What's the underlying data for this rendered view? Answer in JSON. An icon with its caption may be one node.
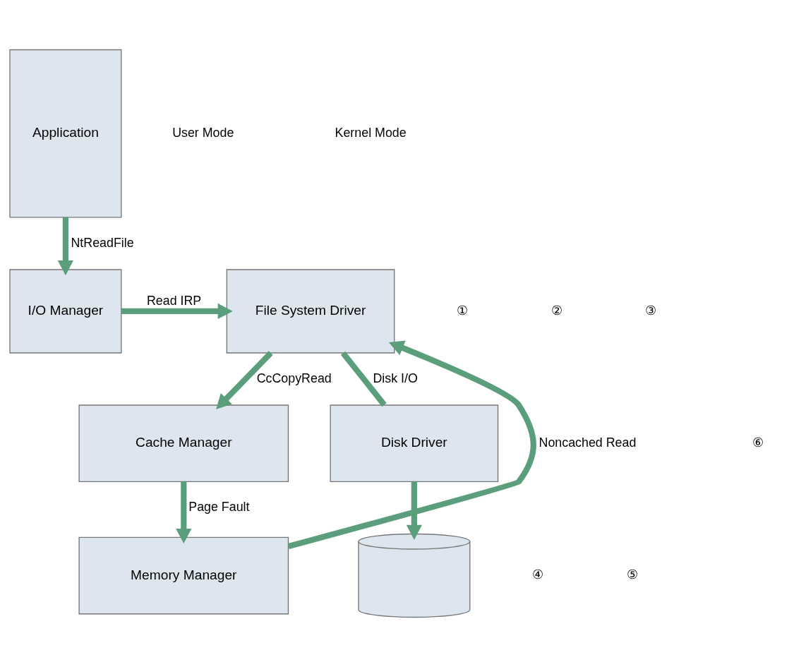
{
  "diagram": {
    "nodes": [
      {
        "text": [
          "Application"
        ]
      },
      {
        "text": [
          "I/O Manager"
        ]
      },
      {
        "text": [
          "File System Driver"
        ]
      },
      {
        "text": [
          "Cache Manager"
        ]
      },
      {
        "text": [
          "Memory Manager"
        ]
      },
      {
        "text": [
          "Disk Driver"
        ]
      },
      {
        "text": [],
        "shape": "cylinder"
      }
    ],
    "edges": [
      {
        "from": 0,
        "to": 1,
        "arrow": "to",
        "label": "NtReadFile"
      },
      {
        "from": 1,
        "to": 2,
        "arrow": "to",
        "label": "Read IRP"
      },
      {
        "from": 2,
        "to": 3,
        "arrow": "to",
        "label": "CcCopyRead"
      },
      {
        "from": 3,
        "to": 4,
        "arrow": "to",
        "label": "Page Fault"
      },
      {
        "from": 4,
        "to": 2,
        "arrow": "to",
        "label": "Noncached Read"
      },
      {
        "from": 2,
        "to": 5,
        "arrow": "none",
        "label": "Disk I/O"
      },
      {
        "from": 5,
        "to": 6,
        "arrow": "to"
      }
    ],
    "labels": [
      "User Mode",
      "Kernel Mode",
      "①",
      "②",
      "③",
      "④",
      "⑤",
      "⑥"
    ]
  }
}
